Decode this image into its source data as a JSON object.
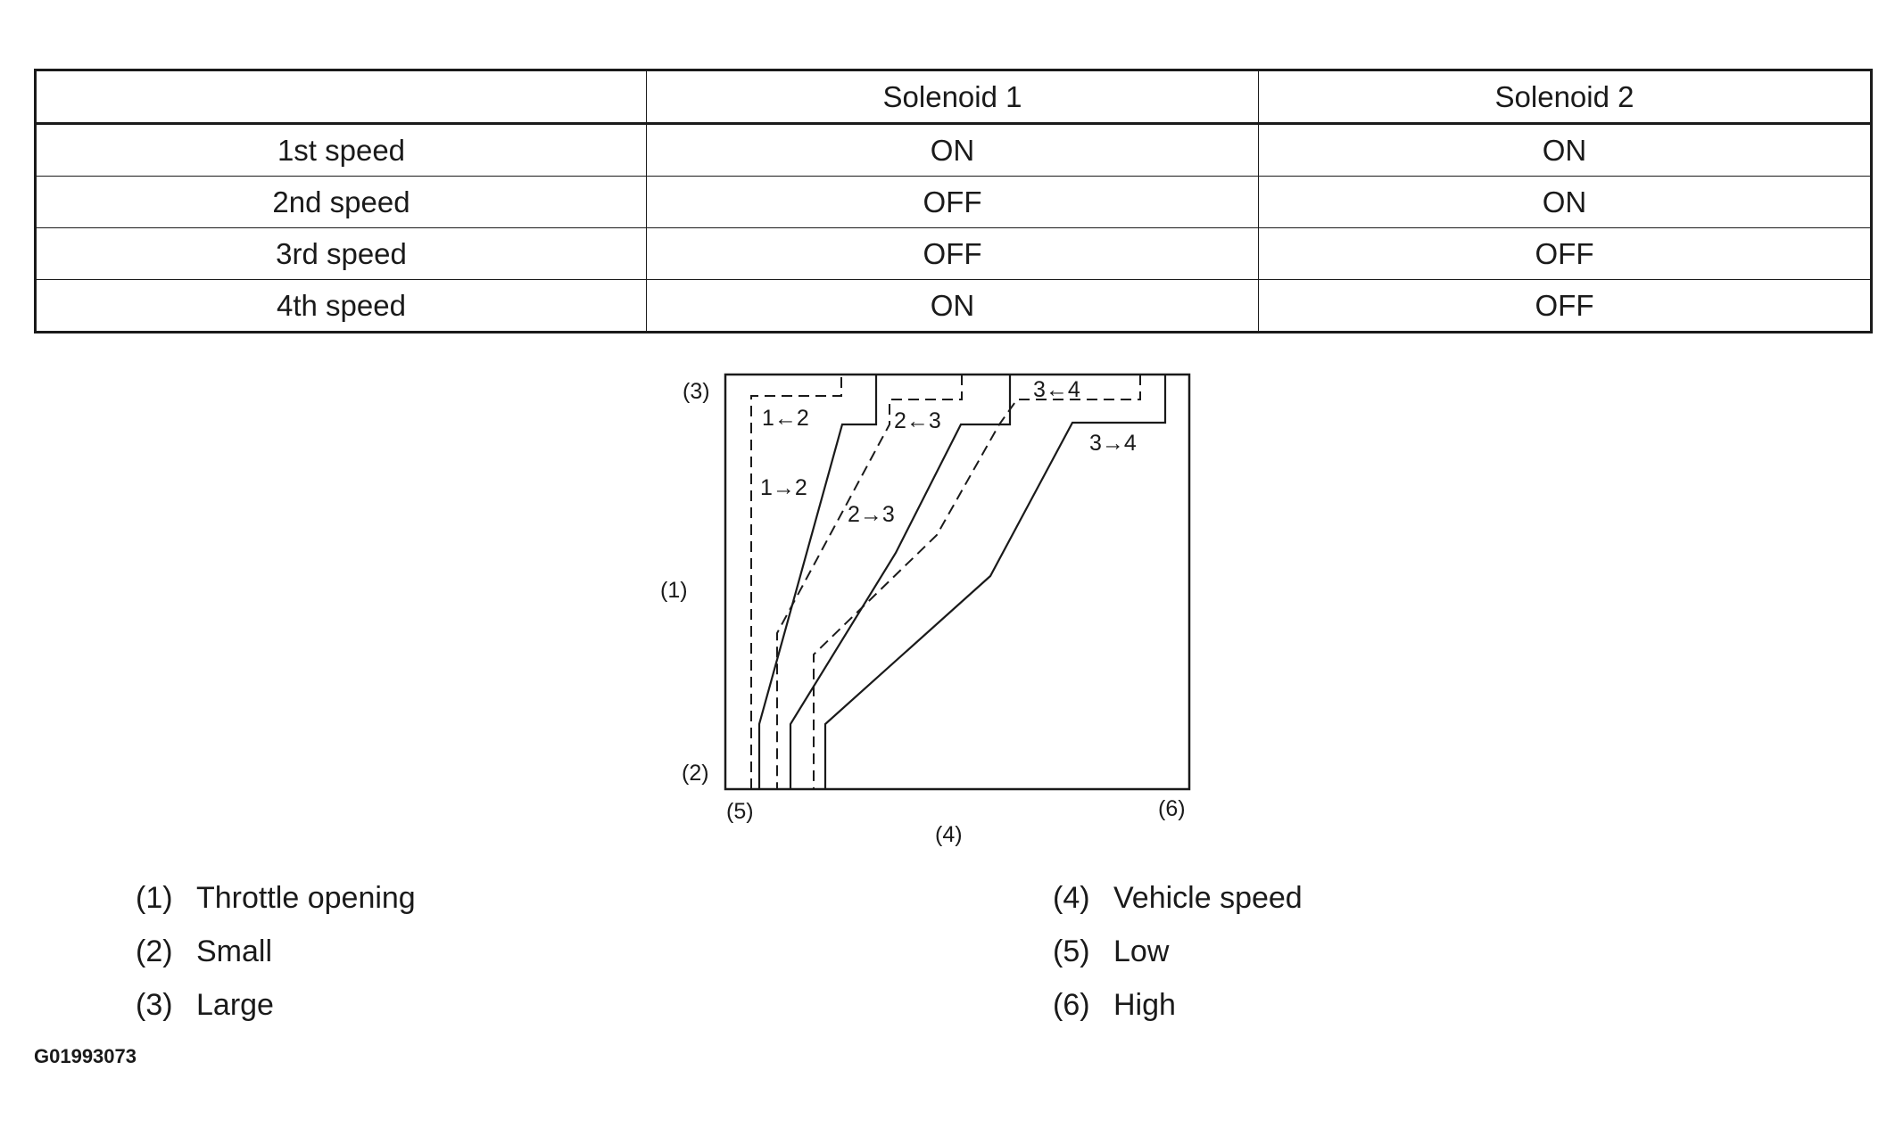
{
  "table": {
    "headers": [
      "",
      "Solenoid 1",
      "Solenoid 2"
    ],
    "rows": [
      [
        "1st speed",
        "ON",
        "ON"
      ],
      [
        "2nd speed",
        "OFF",
        "ON"
      ],
      [
        "3rd speed",
        "OFF",
        "OFF"
      ],
      [
        "4th speed",
        "ON",
        "OFF"
      ]
    ]
  },
  "diagram": {
    "callouts": {
      "c1": "(1)",
      "c2": "(2)",
      "c3": "(3)",
      "c4": "(4)",
      "c5": "(5)",
      "c6": "(6)"
    },
    "shift_labels": {
      "down12": "1←2",
      "up12": "1→2",
      "down23": "2←3",
      "up23": "2→3",
      "down34": "3←4",
      "up34": "3→4"
    },
    "line_styles": {
      "upshift": "solid",
      "downshift": "dashed"
    }
  },
  "legend": [
    {
      "num": "(1)",
      "label": "Throttle opening"
    },
    {
      "num": "(2)",
      "label": "Small"
    },
    {
      "num": "(3)",
      "label": "Large"
    },
    {
      "num": "(4)",
      "label": "Vehicle speed"
    },
    {
      "num": "(5)",
      "label": "Low"
    },
    {
      "num": "(6)",
      "label": "High"
    }
  ],
  "figure_code": "G01993073"
}
